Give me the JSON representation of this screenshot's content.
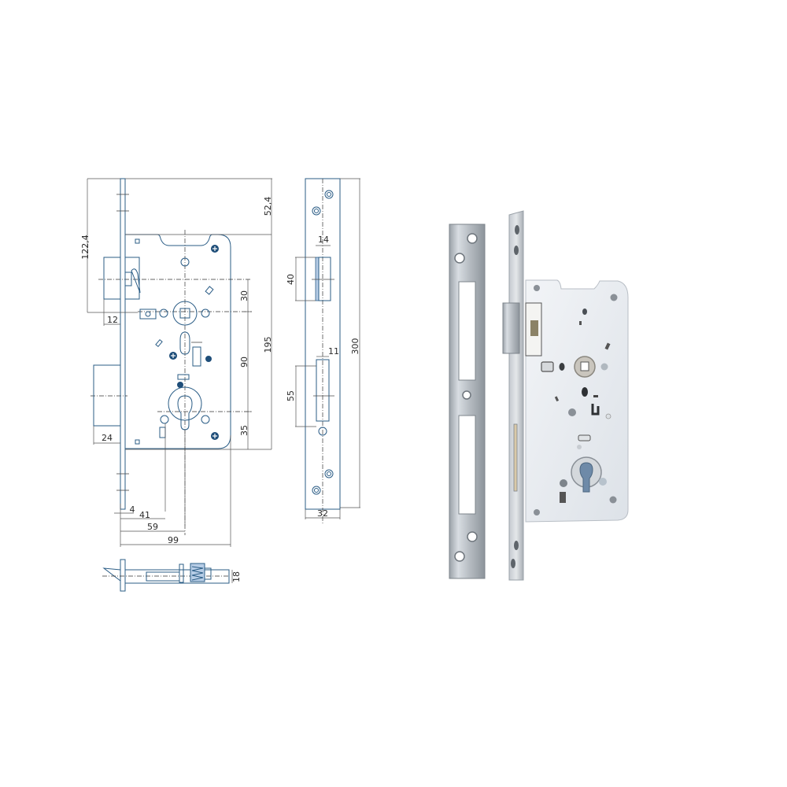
{
  "figure": {
    "description": "Mortise door lock — technical dimension drawing and product photo",
    "colors": {
      "background": "#ffffff",
      "drawing_line": "#2b5d86",
      "dimension_line": "#555555",
      "screw_fill": "#1f4e79",
      "highlight_fill": "#b7cde6",
      "case_plate": "#e6eaef",
      "forend_steel": "#c9ced4",
      "strike_steel": "#b9bec4"
    }
  },
  "front_view": {
    "label": "lock-body-front-view",
    "dimensions": {
      "top_to_handle_axis": "122,4",
      "forend_top_to_case": "52,4",
      "handle_to_cylinder": "90",
      "latch_axis_offset": "30",
      "case_height": "195",
      "cylinder_to_case_bottom": "35",
      "latch_projection": "12",
      "deadbolt_projection": "24",
      "forend_thickness": "4",
      "cylinder_offset_41": "41",
      "backset": "59",
      "case_depth": "99"
    }
  },
  "side_view": {
    "label": "forend-side-view",
    "dimensions": {
      "latch_width": "14",
      "latch_height": "40",
      "bolt_width": "11",
      "bolt_height": "55",
      "forend_length": "300",
      "forend_width": "32"
    }
  },
  "bottom_view": {
    "label": "lock-body-section",
    "dimensions": {
      "case_thickness": "18"
    }
  },
  "photo": {
    "label": "lock-product-photo",
    "parts": [
      "strike-plate",
      "forend",
      "lock-case",
      "latch",
      "handle-follower",
      "cylinder-hole"
    ]
  }
}
